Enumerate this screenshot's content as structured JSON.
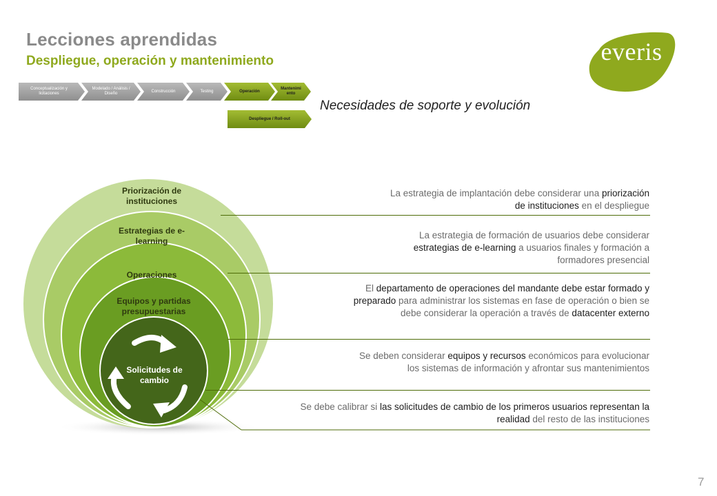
{
  "header": {
    "title": "Lecciones aprendidas",
    "subtitle": "Despliegue, operación y mantenimiento"
  },
  "logo": {
    "text": "everis",
    "color": "#8fa91e"
  },
  "phases": [
    {
      "label": "Conceptualización y licitaciones",
      "state": "inactive"
    },
    {
      "label": "Modelado / Análisis / Diseño",
      "state": "inactive"
    },
    {
      "label": "Construcción",
      "state": "inactive"
    },
    {
      "label": "Testing",
      "state": "inactive"
    },
    {
      "label": "Operación",
      "state": "active"
    },
    {
      "label": "Mantenimi ento",
      "state": "active"
    },
    {
      "label": "Despliegue / Roll-out",
      "state": "active"
    }
  ],
  "heading": "Necesidades de soporte y evolución",
  "rings": [
    {
      "label": "Priorización de instituciones"
    },
    {
      "label": "Estrategias de e-learning"
    },
    {
      "label": "Operaciones"
    },
    {
      "label": "Equipos y partidas presupuestarias"
    },
    {
      "label": "Solicitudes de cambio"
    }
  ],
  "descriptions": [
    {
      "pre": "La estrategia de implantación debe considerar una ",
      "highlight": "priorización de instituciones",
      "post": " en el despliegue"
    },
    {
      "pre": "La estrategia de formación de usuarios debe considerar ",
      "highlight": "estrategias de e-learning",
      "post": " a usuarios finales y formación a formadores presencial"
    },
    {
      "pre": "El ",
      "highlight": "departamento de operaciones del mandante debe estar formado y preparado",
      "post": " para administrar los sistemas en fase de operación o bien se debe considerar la operación a través de ",
      "highlight2": "datacenter externo"
    },
    {
      "pre": "Se deben considerar ",
      "highlight": "equipos y recursos",
      "post": " económicos para evolucionar los sistemas de información y afrontar sus mantenimientos"
    },
    {
      "pre": "Se debe calibrar si ",
      "highlight": "las solicitudes de cambio de los primeros usuarios representan la realidad",
      "post": " del resto de las instituciones"
    }
  ],
  "colors": {
    "ring1": "#c5dc9a",
    "ring2": "#a9cb66",
    "ring3": "#8cba3a",
    "ring4": "#6a9d22",
    "ring5": "#44661a",
    "accent": "#8fa91e"
  },
  "page_number": "7"
}
